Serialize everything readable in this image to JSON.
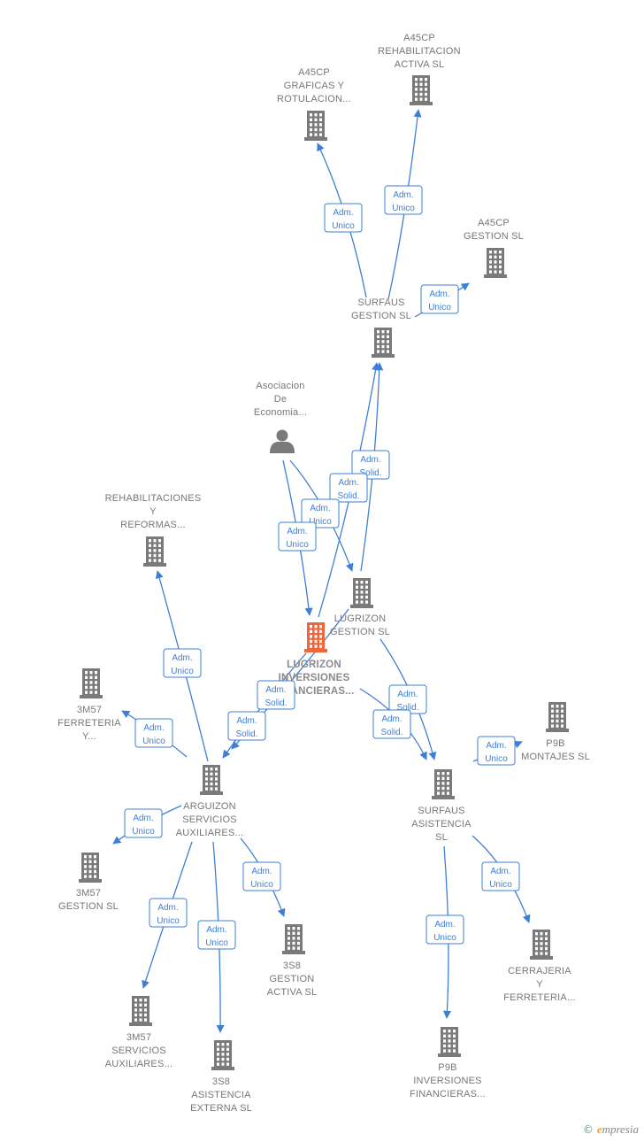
{
  "nodes": [
    {
      "id": "a45cp_rehab",
      "type": "company",
      "main": false,
      "lines": [
        "A45CP",
        "REHABILITACION",
        "ACTIVA  SL"
      ]
    },
    {
      "id": "a45cp_graficas",
      "type": "company",
      "main": false,
      "lines": [
        "A45CP",
        "GRAFICAS Y",
        "ROTULACION..."
      ]
    },
    {
      "id": "a45cp_gestion",
      "type": "company",
      "main": false,
      "lines": [
        "A45CP",
        "GESTION  SL"
      ]
    },
    {
      "id": "surfaus_gestion",
      "type": "company",
      "main": false,
      "lines": [
        "SURFAUS",
        "GESTION  SL"
      ]
    },
    {
      "id": "asociacion",
      "type": "person",
      "main": false,
      "lines": [
        "Asociacion",
        "De",
        "Economia..."
      ]
    },
    {
      "id": "rehabilitaciones",
      "type": "company",
      "main": false,
      "lines": [
        "REHABILITACIONES",
        "Y",
        "REFORMAS..."
      ]
    },
    {
      "id": "lugrizon_gestion",
      "type": "company",
      "main": false,
      "lines": [
        "LUGRIZON",
        "GESTION  SL"
      ]
    },
    {
      "id": "lugrizon_inv",
      "type": "company",
      "main": true,
      "lines": [
        "LUGRIZON",
        "INVERSIONES",
        "FINANCIERAS..."
      ]
    },
    {
      "id": "3m57_ferreteria",
      "type": "company",
      "main": false,
      "lines": [
        "3M57",
        "FERRETERIA",
        "Y..."
      ]
    },
    {
      "id": "p9b_montajes",
      "type": "company",
      "main": false,
      "lines": [
        "P9B",
        "MONTAJES  SL"
      ]
    },
    {
      "id": "arguizon",
      "type": "company",
      "main": false,
      "lines": [
        "ARGUIZON",
        "SERVICIOS",
        "AUXILIARES..."
      ]
    },
    {
      "id": "surfaus_asistencia",
      "type": "company",
      "main": false,
      "lines": [
        "SURFAUS",
        "ASISTENCIA",
        "SL"
      ]
    },
    {
      "id": "3m57_gestion",
      "type": "company",
      "main": false,
      "lines": [
        "3M57",
        "GESTION  SL"
      ]
    },
    {
      "id": "3s8_gestion",
      "type": "company",
      "main": false,
      "lines": [
        "3S8",
        "GESTION",
        "ACTIVA  SL"
      ]
    },
    {
      "id": "cerrajeria",
      "type": "company",
      "main": false,
      "lines": [
        "CERRAJERIA",
        "Y",
        "FERRETERIA..."
      ]
    },
    {
      "id": "3m57_servicios",
      "type": "company",
      "main": false,
      "lines": [
        "3M57",
        "SERVICIOS",
        "AUXILIARES..."
      ]
    },
    {
      "id": "3s8_asistencia",
      "type": "company",
      "main": false,
      "lines": [
        "3S8",
        "ASISTENCIA",
        "EXTERNA  SL"
      ]
    },
    {
      "id": "p9b_inversiones",
      "type": "company",
      "main": false,
      "lines": [
        "P9B",
        "INVERSIONES",
        "FINANCIERAS..."
      ]
    }
  ],
  "edges": [
    {
      "id": "e1",
      "from": "surfaus_gestion",
      "to": "a45cp_graficas",
      "lines": [
        "Adm.",
        "Unico"
      ]
    },
    {
      "id": "e2",
      "from": "surfaus_gestion",
      "to": "a45cp_rehab",
      "lines": [
        "Adm.",
        "Unico"
      ]
    },
    {
      "id": "e3",
      "from": "surfaus_gestion",
      "to": "a45cp_gestion",
      "lines": [
        "Adm.",
        "Unico"
      ]
    },
    {
      "id": "e4",
      "from": "lugrizon_gestion",
      "to": "surfaus_gestion",
      "lines": [
        "Adm.",
        "Solid."
      ]
    },
    {
      "id": "e5",
      "from": "lugrizon_inv",
      "to": "surfaus_gestion",
      "lines": [
        "Adm.",
        "Solid."
      ]
    },
    {
      "id": "e6",
      "from": "asociacion",
      "to": "lugrizon_gestion",
      "lines": [
        "Adm.",
        "Unico"
      ]
    },
    {
      "id": "e7",
      "from": "asociacion",
      "to": "lugrizon_inv",
      "lines": [
        "Adm.",
        "Unico"
      ]
    },
    {
      "id": "e8",
      "from": "arguizon",
      "to": "rehabilitaciones",
      "lines": [
        "Adm.",
        "Unico"
      ]
    },
    {
      "id": "e9",
      "from": "lugrizon_gestion",
      "to": "arguizon",
      "lines": [
        "Adm.",
        "Solid."
      ]
    },
    {
      "id": "e10",
      "from": "lugrizon_inv",
      "to": "arguizon",
      "lines": [
        "Adm.",
        "Solid."
      ]
    },
    {
      "id": "e11",
      "from": "lugrizon_gestion",
      "to": "surfaus_asistencia",
      "lines": [
        "Adm.",
        "Solid."
      ]
    },
    {
      "id": "e12",
      "from": "lugrizon_inv",
      "to": "surfaus_asistencia",
      "lines": [
        "Adm.",
        "Solid."
      ]
    },
    {
      "id": "e13",
      "from": "arguizon",
      "to": "3m57_ferreteria",
      "lines": [
        "Adm.",
        "Unico"
      ]
    },
    {
      "id": "e14",
      "from": "surfaus_asistencia",
      "to": "p9b_montajes",
      "lines": [
        "Adm.",
        "Unico"
      ]
    },
    {
      "id": "e15",
      "from": "arguizon",
      "to": "3m57_gestion",
      "lines": [
        "Adm.",
        "Unico"
      ]
    },
    {
      "id": "e16",
      "from": "arguizon",
      "to": "3s8_gestion",
      "lines": [
        "Adm.",
        "Unico"
      ]
    },
    {
      "id": "e17",
      "from": "arguizon",
      "to": "3m57_servicios",
      "lines": [
        "Adm.",
        "Unico"
      ]
    },
    {
      "id": "e18",
      "from": "arguizon",
      "to": "3s8_asistencia",
      "lines": [
        "Adm.",
        "Unico"
      ]
    },
    {
      "id": "e19",
      "from": "surfaus_asistencia",
      "to": "cerrajeria",
      "lines": [
        "Adm.",
        "Unico"
      ]
    },
    {
      "id": "e20",
      "from": "surfaus_asistencia",
      "to": "p9b_inversiones",
      "lines": [
        "Adm.",
        "Unico"
      ]
    }
  ],
  "footer": {
    "copyright": "©",
    "brand_initial": "e",
    "brand_rest": "mpresia"
  },
  "colors": {
    "edge": "#3d7fd6",
    "icon": "#7a7a7a",
    "main_icon": "#f0663a",
    "label": "#777777"
  }
}
